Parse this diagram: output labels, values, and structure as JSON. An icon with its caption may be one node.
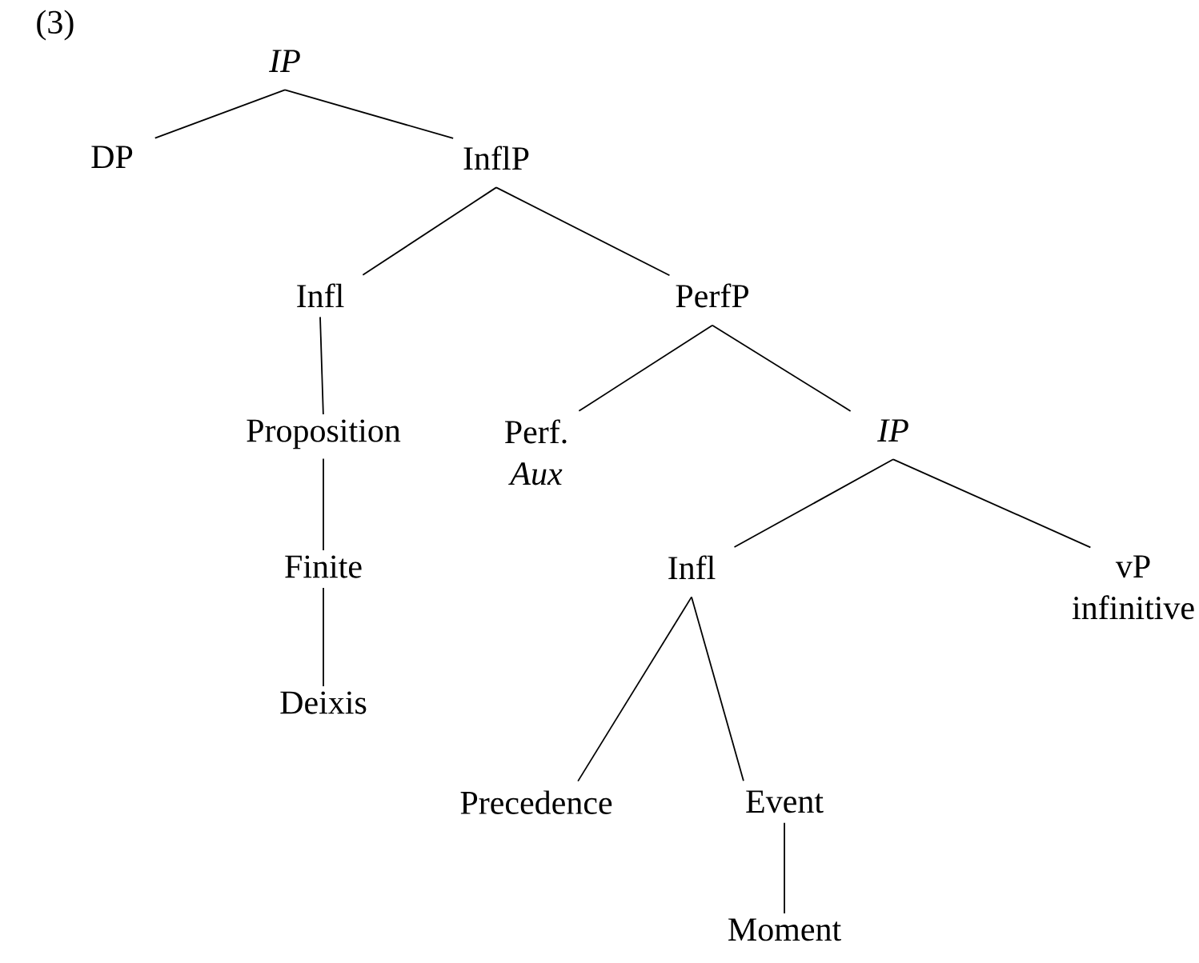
{
  "diagram": {
    "nodes": [
      {
        "text": [
          "IP"
        ]
      },
      {
        "text": [
          "DP"
        ]
      },
      {
        "text": [
          "InflP"
        ]
      },
      {
        "text": [
          "Infl"
        ]
      },
      {
        "text": [
          "PerfP"
        ]
      },
      {
        "text": [
          "Proposition"
        ]
      },
      {
        "text": [
          "Perf.",
          "Aux"
        ]
      },
      {
        "text": [
          "IP"
        ]
      },
      {
        "text": [
          "Infl"
        ]
      },
      {
        "text": [
          "vP",
          "infinitive"
        ]
      },
      {
        "text": [
          "Finite"
        ]
      },
      {
        "text": [
          "Deixis"
        ]
      },
      {
        "text": [
          "Precedence"
        ]
      },
      {
        "text": [
          "Event"
        ]
      },
      {
        "text": [
          "Moment"
        ]
      }
    ],
    "edges": [
      {
        "from": 0,
        "to": 1,
        "arrow": "none"
      },
      {
        "from": 0,
        "to": 2,
        "arrow": "none"
      },
      {
        "from": 2,
        "to": 3,
        "arrow": "none"
      },
      {
        "from": 2,
        "to": 4,
        "arrow": "none"
      },
      {
        "from": 3,
        "to": 5,
        "arrow": "none"
      },
      {
        "from": 5,
        "to": 10,
        "arrow": "none"
      },
      {
        "from": 10,
        "to": 11,
        "arrow": "none"
      },
      {
        "from": 4,
        "to": 6,
        "arrow": "none"
      },
      {
        "from": 4,
        "to": 7,
        "arrow": "none"
      },
      {
        "from": 7,
        "to": 8,
        "arrow": "none"
      },
      {
        "from": 7,
        "to": 9,
        "arrow": "none"
      },
      {
        "from": 8,
        "to": 12,
        "arrow": "none"
      },
      {
        "from": 8,
        "to": 13,
        "arrow": "none"
      },
      {
        "from": 13,
        "to": 14,
        "arrow": "none"
      }
    ],
    "labels": [
      "(3)"
    ]
  }
}
